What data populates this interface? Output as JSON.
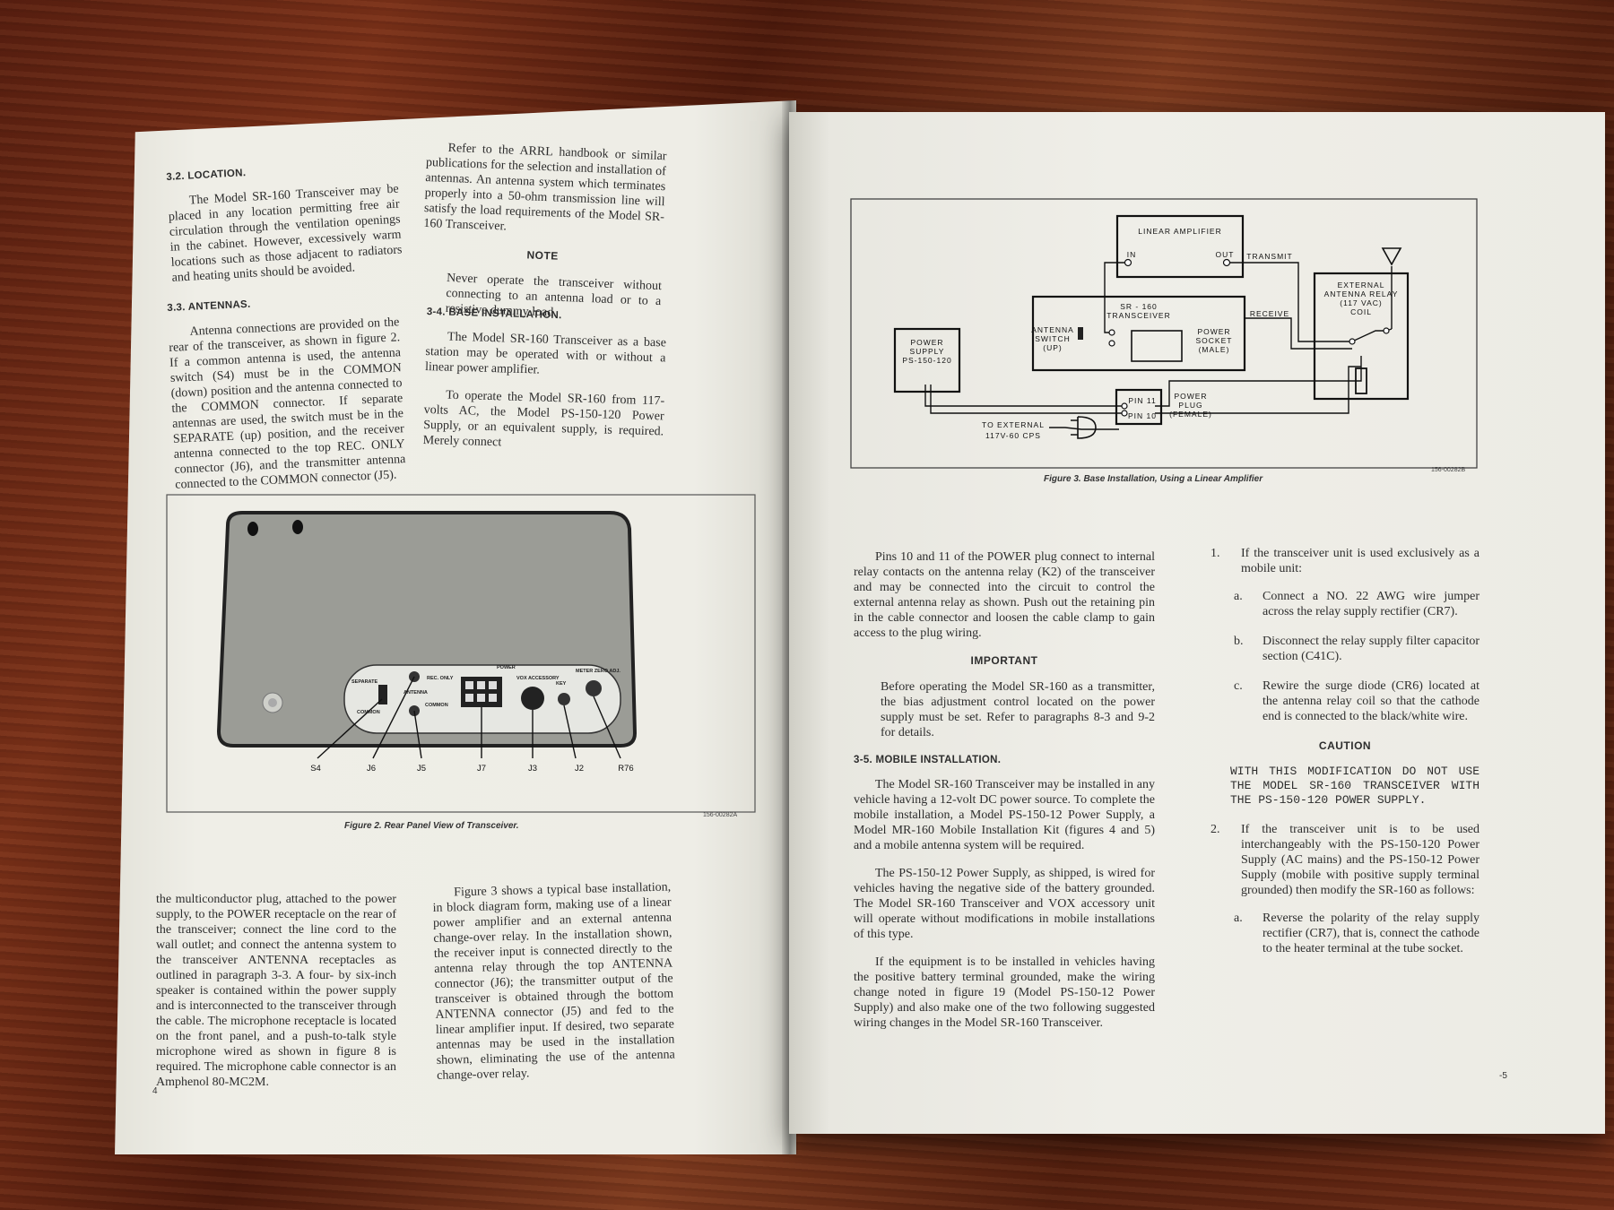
{
  "left_page": {
    "sec_3_2": {
      "heading": "3.2. LOCATION.",
      "body": "The Model SR-160 Transceiver may be placed in any location permitting free air circulation through the ventilation openings in the cabinet. However, excessively warm locations such as those adjacent to radiators and heating units should be avoided."
    },
    "sec_3_3": {
      "heading": "3.3. ANTENNAS.",
      "body": "Antenna connections are provided on the rear of the transceiver, as shown in figure 2. If a common antenna is used, the antenna switch (S4) must be in the COMMON (down) position and the antenna connected to the COMMON connector. If separate antennas are used, the switch must be in the SEPARATE (up) position, and the receiver antenna connected to the top REC. ONLY connector (J6), and the transmitter antenna connected to the COMMON connector (J5)."
    },
    "col2_p1": "Refer to the ARRL handbook or similar publications for the selection and installation of antennas. An antenna system which terminates properly into a 50-ohm transmission line will satisfy the load requirements of the Model SR-160 Transceiver.",
    "note_heading": "NOTE",
    "note_body": "Never operate the transceiver without connecting to an antenna load or to a resistive dummy load.",
    "sec_3_4": {
      "heading": "3-4. BASE INSTALLATION.",
      "p1": "The Model SR-160 Transceiver as a base station may be operated with or without a linear power amplifier.",
      "p2": "To operate the Model SR-160 from 117-volts AC, the Model PS-150-120 Power Supply, or an equivalent supply, is required. Merely connect"
    },
    "figure2": {
      "caption": "Figure 2. Rear Panel View of Transceiver.",
      "code": "156-00282A",
      "panel_labels": {
        "separate": "SEPARATE",
        "common_sw": "COMMON",
        "antenna": "ANTENNA",
        "rec_only": "REC. ONLY",
        "common": "COMMON",
        "power": "POWER",
        "vox": "VOX ACCESSORY",
        "key": "KEY",
        "meter": "METER ZERO ADJ."
      },
      "callouts": [
        "S4",
        "J6",
        "J5",
        "J7",
        "J3",
        "J2",
        "R76"
      ]
    },
    "bottom_col1": "the multiconductor plug, attached to the power supply, to the POWER receptacle on the rear of the transceiver; connect the line cord to the wall outlet; and connect the antenna system to the transceiver ANTENNA receptacles as outlined in paragraph 3-3. A four- by six-inch speaker is contained within the power supply and is interconnected to the transceiver through the cable. The microphone receptacle is located on the front panel, and a push-to-talk style microphone wired as shown in figure 8 is required. The microphone cable connector is an Amphenol 80-MC2M.",
    "bottom_col2": "Figure 3 shows a typical base installation, in block diagram form, making use of a linear power amplifier and an external antenna change-over relay. In the installation shown, the receiver input is connected directly to the antenna relay through the top ANTENNA connector (J6); the transmitter output of the transceiver is obtained through the bottom ANTENNA connector (J5) and fed to the linear amplifier input. If desired, two separate antennas may be used in the installation shown, eliminating the use of the antenna change-over relay.",
    "page_number": "4"
  },
  "right_page": {
    "figure3": {
      "caption": "Figure 3. Base Installation, Using a Linear Amplifier",
      "code": "156-00282B",
      "labels": {
        "linear_amp": "LINEAR AMPLIFIER",
        "in": "IN",
        "out": "OUT",
        "transmit": "TRANSMIT",
        "transceiver_1": "SR - 160",
        "transceiver_2": "TRANSCEIVER",
        "receive": "RECEIVE",
        "ant_sw_1": "ANTENNA",
        "ant_sw_2": "SWITCH",
        "ant_sw_3": "(UP)",
        "power_socket_1": "POWER",
        "power_socket_2": "SOCKET",
        "power_socket_3": "(MALE)",
        "psu_1": "POWER",
        "psu_2": "SUPPLY",
        "psu_3": "PS-150-120",
        "relay_1": "EXTERNAL",
        "relay_2": "ANTENNA RELAY",
        "relay_3": "(117 VAC)",
        "relay_4": "COIL",
        "pin11": "PIN 11",
        "pin10": "PIN 10",
        "plug_1": "POWER",
        "plug_2": "PLUG",
        "plug_3": "(FEMALE)",
        "ext_1": "TO EXTERNAL",
        "ext_2": "117V-60 CPS"
      }
    },
    "col1_p1": "Pins 10 and 11 of the POWER plug connect to internal relay contacts on the antenna relay (K2) of the transceiver and may be connected into the circuit to control the external antenna relay as shown. Push out the retaining pin in the cable connector and loosen the cable clamp to gain access to the plug wiring.",
    "important_heading": "IMPORTANT",
    "important_body": "Before operating the Model SR-160 as a transmitter, the bias adjustment control located on the power supply must be set. Refer to paragraphs 8-3 and 9-2 for details.",
    "sec_3_5": {
      "heading": "3-5. MOBILE INSTALLATION.",
      "p1": "The Model SR-160 Transceiver may be installed in any vehicle having a 12-volt DC power source. To complete the mobile installation, a Model PS-150-12 Power Supply, a Model MR-160 Mobile Installation Kit (figures 4 and 5) and a mobile antenna system will be required.",
      "p2": "The PS-150-12 Power Supply, as shipped, is wired for vehicles having the negative side of the battery grounded. The Model SR-160 Transceiver and VOX accessory unit will operate without modifications in mobile installations of this type.",
      "p3": "If the equipment is to be installed in vehicles having the positive battery terminal grounded, make the wiring change noted in figure 19 (Model PS-150-12 Power Supply) and also make one of the two following suggested wiring changes in the Model SR-160 Transceiver."
    },
    "item1": {
      "num": "1.",
      "text": "If the transceiver unit is used exclusively as a mobile unit:",
      "a_num": "a.",
      "a": "Connect a NO. 22 AWG wire jumper across the relay supply rectifier (CR7).",
      "b_num": "b.",
      "b": "Disconnect the relay supply filter capacitor section (C41C).",
      "c_num": "c.",
      "c": "Rewire the surge diode (CR6) located at the antenna relay coil so that the cathode end is connected to the black/white wire."
    },
    "caution_heading": "CAUTION",
    "caution_body": "WITH THIS MODIFICATION DO NOT USE THE MODEL SR-160 TRANSCEIVER WITH THE PS-150-120 POWER SUPPLY.",
    "item2": {
      "num": "2.",
      "text": "If the transceiver unit is to be used interchangeably with the PS-150-120 Power Supply (AC mains) and the PS-150-12 Power Supply (mobile with positive supply terminal grounded) then modify the SR-160 as follows:",
      "a_num": "a.",
      "a": "Reverse the polarity of the relay supply rectifier (CR7), that is, connect the cathode to the heater terminal at the tube socket."
    },
    "page_number": "-5"
  }
}
